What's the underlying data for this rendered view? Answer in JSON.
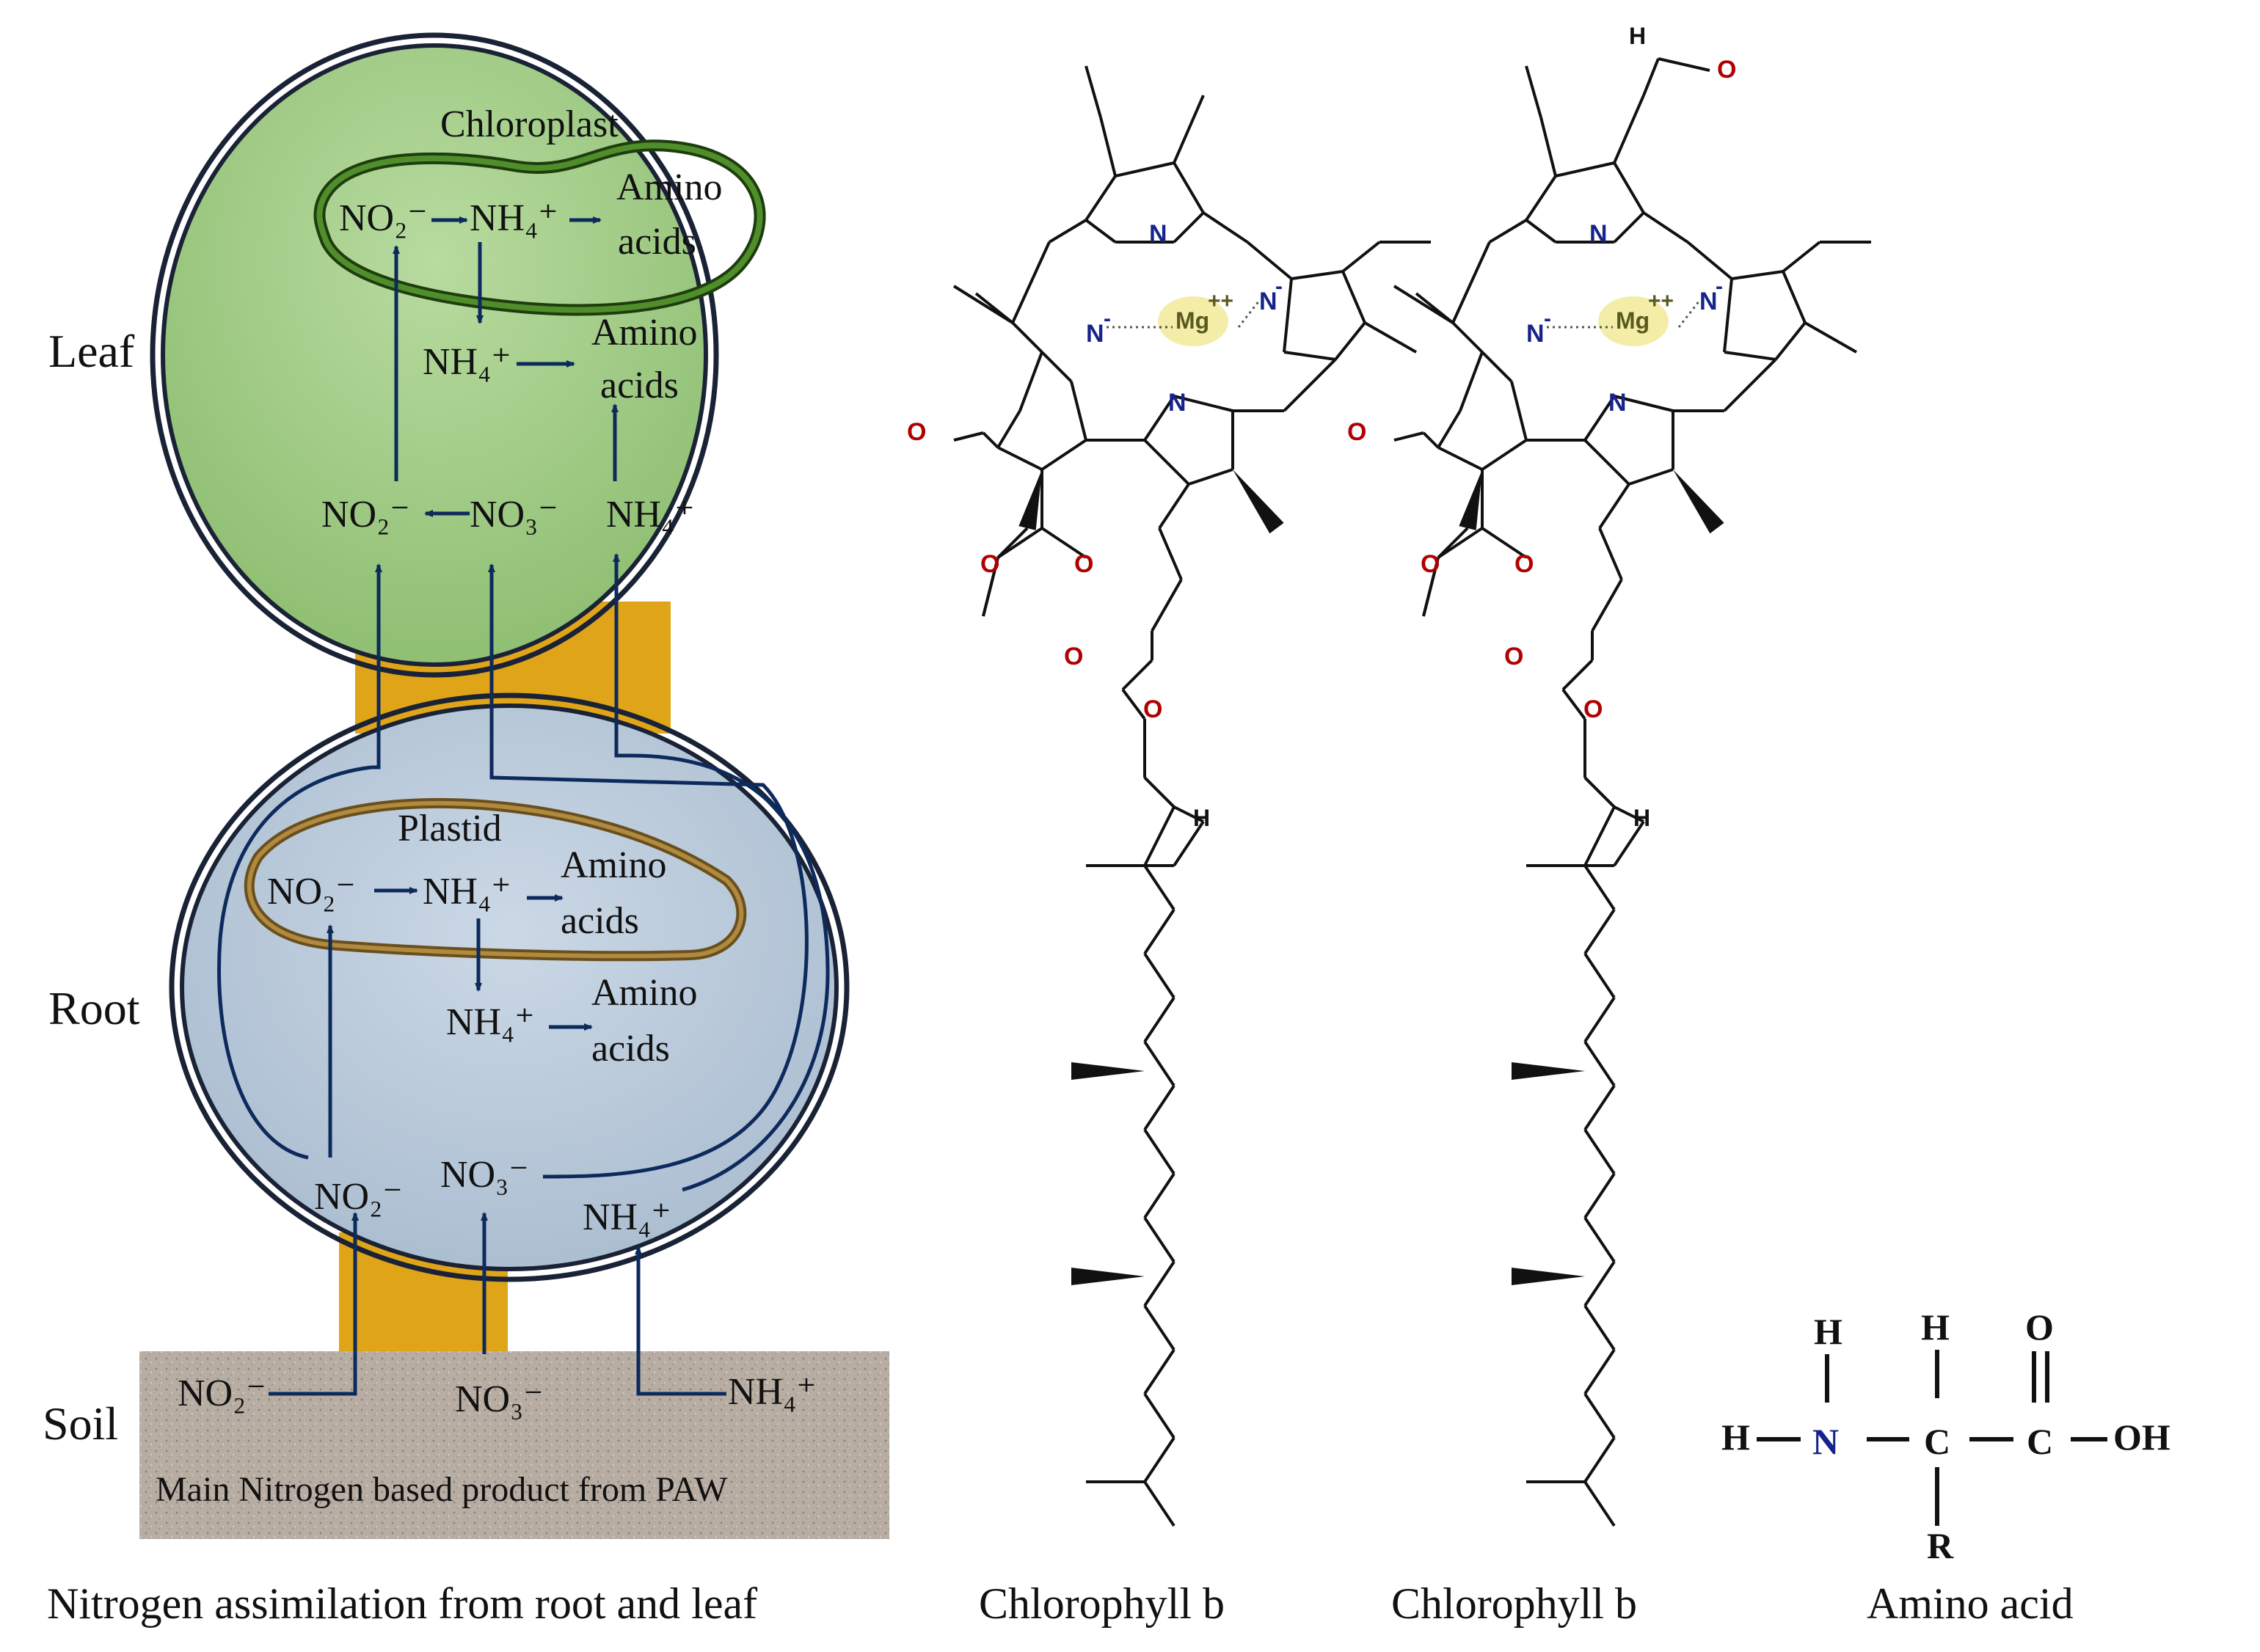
{
  "nitrogen": {
    "organs": {
      "leaf": "Leaf",
      "root": "Root",
      "soil": "Soil"
    },
    "leaf": {
      "organelle": "Chloroplast",
      "plastid_nitrite": "NO₂⁻",
      "plastid_ammonium": "NH₄⁺",
      "plastid_amino_line1": "Amino",
      "plastid_amino_line2": "acids",
      "cyto_ammonium": "NH₄⁺",
      "cyto_amino_line1": "Amino",
      "cyto_amino_line2": "acids",
      "in_nitrite": "NO₂⁻",
      "in_nitrate": "NO₃⁻",
      "in_ammonium": "NH₄⁺"
    },
    "root": {
      "organelle": "Plastid",
      "plastid_nitrite": "NO₂⁻",
      "plastid_ammonium": "NH₄⁺",
      "plastid_amino_line1": "Amino",
      "plastid_amino_line2": "acids",
      "cyto_ammonium": "NH₄⁺",
      "cyto_amino_line1": "Amino",
      "cyto_amino_line2": "acids",
      "in_nitrite": "NO₂⁻",
      "in_nitrate": "NO₃⁻",
      "in_ammonium": "NH₄⁺"
    },
    "soil": {
      "nitrite": "NO₂⁻",
      "nitrate": "NO₃⁻",
      "ammonium": "NH₄⁺",
      "caption": "Main Nitrogen based product from PAW"
    }
  },
  "chlorophyll": {
    "atoms": {
      "nitrogen": "N",
      "nitrogen_anion": "N",
      "anion_sign": "-",
      "magnesium": "Mg",
      "mg_charge": "++",
      "oxygen": "O",
      "hydrogen": "H"
    }
  },
  "amino_acid": {
    "atoms": {
      "h_top_n": "H",
      "h_top_c": "H",
      "o_top": "O",
      "h_left": "H",
      "n": "N",
      "c_alpha": "C",
      "c_carboxyl": "C",
      "oh": "OH",
      "r": "R"
    }
  },
  "captions": {
    "left": "Nitrogen assimilation from root and leaf",
    "chl1": "Chlorophyll b",
    "chl2": "Chlorophyll b",
    "amino": "Amino acid"
  },
  "colors": {
    "leaf_fill": "#95c47a",
    "root_fill": "#b9c9d9",
    "stem": "#e0a419",
    "soil": "#b5aaa1",
    "chloroplast_outline": "#3d7a1e",
    "plastid_outline": "#8a6a2a",
    "arrow": "#0d2a5c",
    "oxygen": "#b00000",
    "nitrogen": "#16238a",
    "mg_glow": "#f3eda8"
  }
}
